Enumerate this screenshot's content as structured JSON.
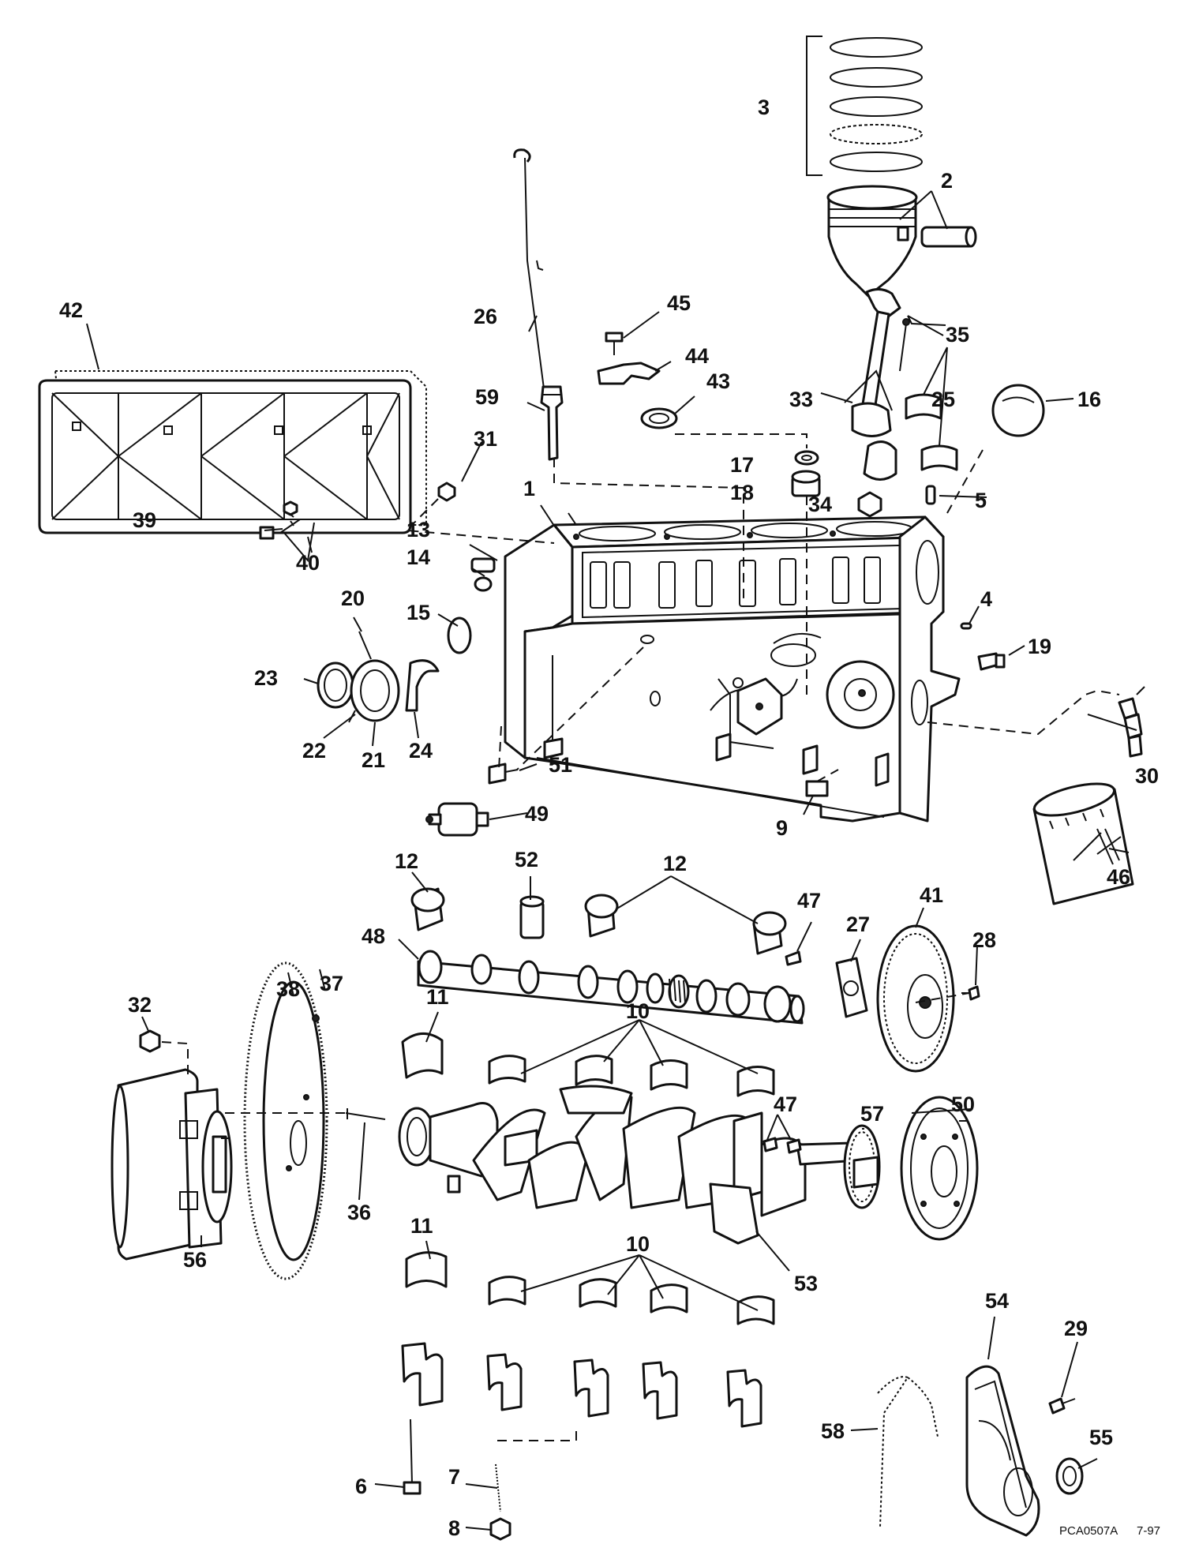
{
  "labels": {
    "p1": "1",
    "p2": "2",
    "p3": "3",
    "p4": "4",
    "p5": "5",
    "p6": "6",
    "p7": "7",
    "p8": "8",
    "p9": "9",
    "p10a": "10",
    "p10b": "10",
    "p11a": "11",
    "p11b": "11",
    "p12a": "12",
    "p12b": "12",
    "p13": "13",
    "p14": "14",
    "p15": "15",
    "p16": "16",
    "p17": "17",
    "p18": "18",
    "p19": "19",
    "p20": "20",
    "p21": "21",
    "p22": "22",
    "p23": "23",
    "p24": "24",
    "p25": "25",
    "p26": "26",
    "p27": "27",
    "p28": "28",
    "p29": "29",
    "p30": "30",
    "p31": "31",
    "p32": "32",
    "p33": "33",
    "p34": "34",
    "p35": "35",
    "p36": "36",
    "p37": "37",
    "p38": "38",
    "p39": "39",
    "p40": "40",
    "p41": "41",
    "p42": "42",
    "p43": "43",
    "p44": "44",
    "p45": "45",
    "p46": "46",
    "p47a": "47",
    "p47b": "47",
    "p48": "48",
    "p49": "49",
    "p50": "50",
    "p51": "51",
    "p52": "52",
    "p53": "53",
    "p54": "54",
    "p55": "55",
    "p56": "56",
    "p57": "57",
    "p58": "58",
    "p59": "59"
  },
  "footer": {
    "drawing_code": "PCA0507A",
    "date": "7-97"
  }
}
